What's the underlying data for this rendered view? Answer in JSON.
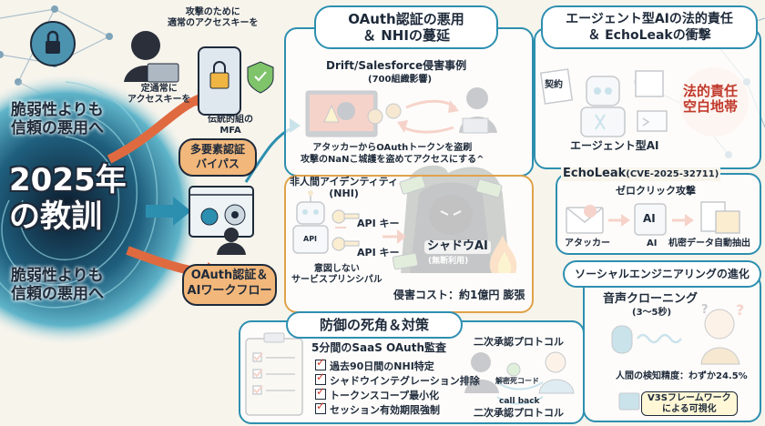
{
  "main": {
    "title": "2025年\nの教訓",
    "subtitle_top": "脆弱性よりも\n信頼の悪用へ",
    "subtitle_bottom": "脆弱性よりも\n信頼の悪用へ"
  },
  "left": {
    "attacker_note": "攻撃のために\n適常のアクセスキーを",
    "attacker_note2": "定通常に\nアクセスキーを",
    "mfa_label": "伝統的組の\nMFA",
    "mfa_bypass": "多要素認証\nバイパス",
    "oauth_flow": "OAuth認証＆\nAIワークフロー"
  },
  "oauth": {
    "title": "OAuth認証の悪用\n＆ NHIの蔓延",
    "case_title": "Drift/Salesforce侵害事例",
    "case_sub": "(700組織影響)",
    "case_desc": "アタッカーからOAuthトークンを盗刷\n攻撃のNaNこ城護を盗めてアクセスにする^"
  },
  "nhi": {
    "title": "非人間アイデンティティ\n(NHI)",
    "key1": "API キー",
    "key2": "API キー",
    "service": "意図しない\nサービスプリンシパル",
    "api_tag": "API"
  },
  "shadow": {
    "title": "シャドウAI",
    "sub": "(無断利用)",
    "cost": "侵害コスト：約1億円 膨張"
  },
  "agent": {
    "title": "エージェント型AIの法的責任\n＆ EchoLeakの衝撃",
    "contract": "契約",
    "legal": "法的責任\n空白地帯",
    "agent_label": "エージェント型AI",
    "echo_title": "EchoLeak",
    "echo_cve": "(CVE-2025-32711)",
    "zero_click": "ゼロクリック攻撃",
    "step1": "アタッカー",
    "step2": "AI",
    "step3": "机密データ自動抽出",
    "ai_chip": "AI"
  },
  "social": {
    "title": "ソーシャルエンジニアリングの進化",
    "voice": "音声クローニング",
    "voice_time": "(3〜5秒)",
    "accuracy": "人間の検知精度：わずか24.5%",
    "v3s": "V3Sフレームワーク\nによる可視化"
  },
  "defense": {
    "title": "防御の死角＆対策",
    "audit_title": "5分間のSaaS OAuth監査",
    "items": [
      "過去90日間のNHI特定",
      "シャドウインテグレーション排除",
      "トークンスコープ最小化",
      "セッション有効期限強制"
    ],
    "proto_top": "二次承認プロトコル",
    "proto_bottom": "二次承認プロトコル",
    "unlock_code": "解密死コード",
    "callback": "call back"
  },
  "colors": {
    "teal": "#2d8fb0",
    "orange": "#f2b77a",
    "red": "#d9502f",
    "navy": "#1e2a3a"
  }
}
